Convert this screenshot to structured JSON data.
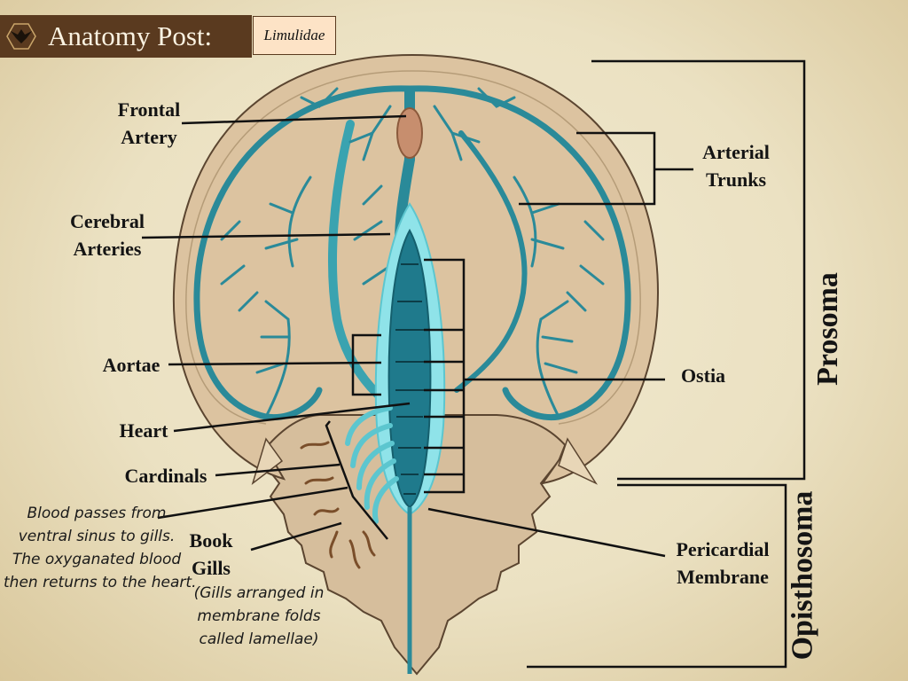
{
  "header": {
    "title": "Anatomy Post:",
    "subject": "Limulidae"
  },
  "labels": {
    "frontal_artery_l1": "Frontal",
    "frontal_artery_l2": "Artery",
    "cerebral_l1": "Cerebral",
    "cerebral_l2": "Arteries",
    "aortae": "Aortae",
    "heart": "Heart",
    "cardinals": "Cardinals",
    "book_gills_l1": "Book",
    "book_gills_l2": "Gills",
    "arterial_l1": "Arterial",
    "arterial_l2": "Trunks",
    "ostia": "Ostia",
    "pericardial_l1": "Pericardial",
    "pericardial_l2": "Membrane",
    "prosoma": "Prosoma",
    "opisthosoma": "Opisthosoma"
  },
  "notes": {
    "blood_l1": "Blood passes from",
    "blood_l2": "ventral sinus to gills.",
    "blood_l3": "The oxyganated blood",
    "blood_l4": "then returns to the heart.",
    "gills_l1": "(Gills arranged in",
    "gills_l2": "membrane folds",
    "gills_l3": "called lamellae)"
  },
  "colors": {
    "shell": "#dcc3a0",
    "shell_edge": "#5b4530",
    "vessel": "#2a8a99",
    "vessel_light": "#7fe0ea",
    "heart": "#1f7a8c",
    "banner": "#5a3a1f"
  }
}
